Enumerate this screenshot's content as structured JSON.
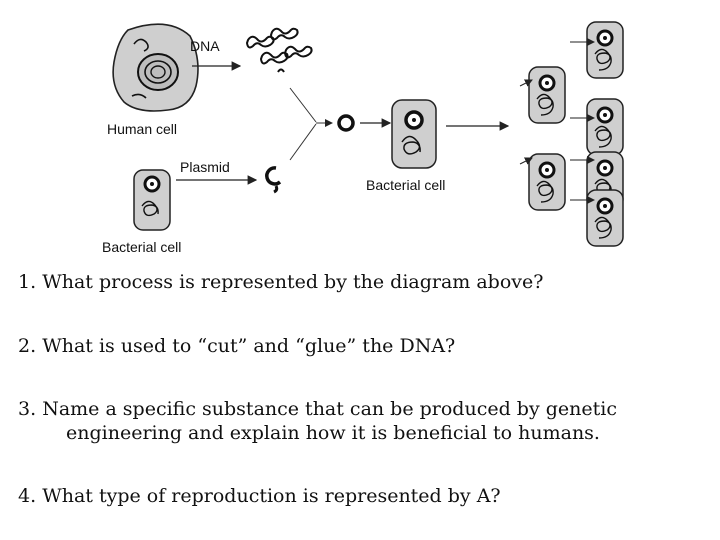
{
  "diagram": {
    "labels": {
      "dna": "DNA",
      "human_cell": "Human cell",
      "plasmid": "Plasmid",
      "bacterial_cell_bottom": "Bacterial cell",
      "bacterial_cell_center": "Bacterial cell"
    }
  },
  "questions": [
    {
      "number": "1.",
      "text": "What process is represented by the diagram above?"
    },
    {
      "number": "2.",
      "text": "What is used to “cut” and “glue” the DNA?"
    },
    {
      "number": "3.",
      "text_line1": "Name a specific substance that can be produced by genetic",
      "text_line2": "engineering and explain how it is beneficial to humans."
    },
    {
      "number": "4.",
      "text": "What type of reproduction is represented by A?"
    }
  ]
}
